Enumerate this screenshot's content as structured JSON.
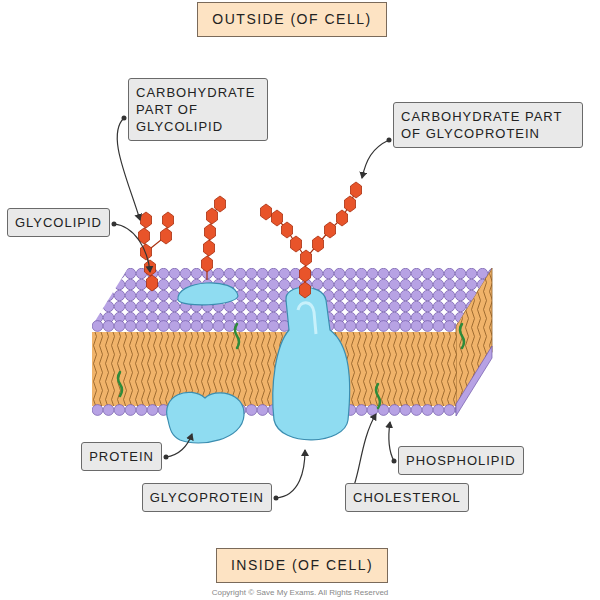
{
  "diagram": {
    "nodes": [
      {
        "text": [
          "OUTSIDE (OF CELL)"
        ]
      },
      {
        "text": [
          "CARBOHYDRATE PART OF GLYCOLIPID"
        ]
      },
      {
        "text": [
          "CARBOHYDRATE PART OF GLYCOPROTEIN"
        ]
      },
      {
        "text": [
          "GLYCOLIPID"
        ]
      },
      {
        "text": [
          "PROTEIN"
        ]
      },
      {
        "text": [
          "PHOSPHOLIPID"
        ]
      },
      {
        "text": [
          "GLYCOPROTEIN"
        ]
      },
      {
        "text": [
          "CHOLESTEROL"
        ]
      },
      {
        "text": [
          "INSIDE (OF CELL)"
        ]
      }
    ],
    "labels": [
      "Copyright © Save My Exams. All Rights Reserved"
    ]
  }
}
